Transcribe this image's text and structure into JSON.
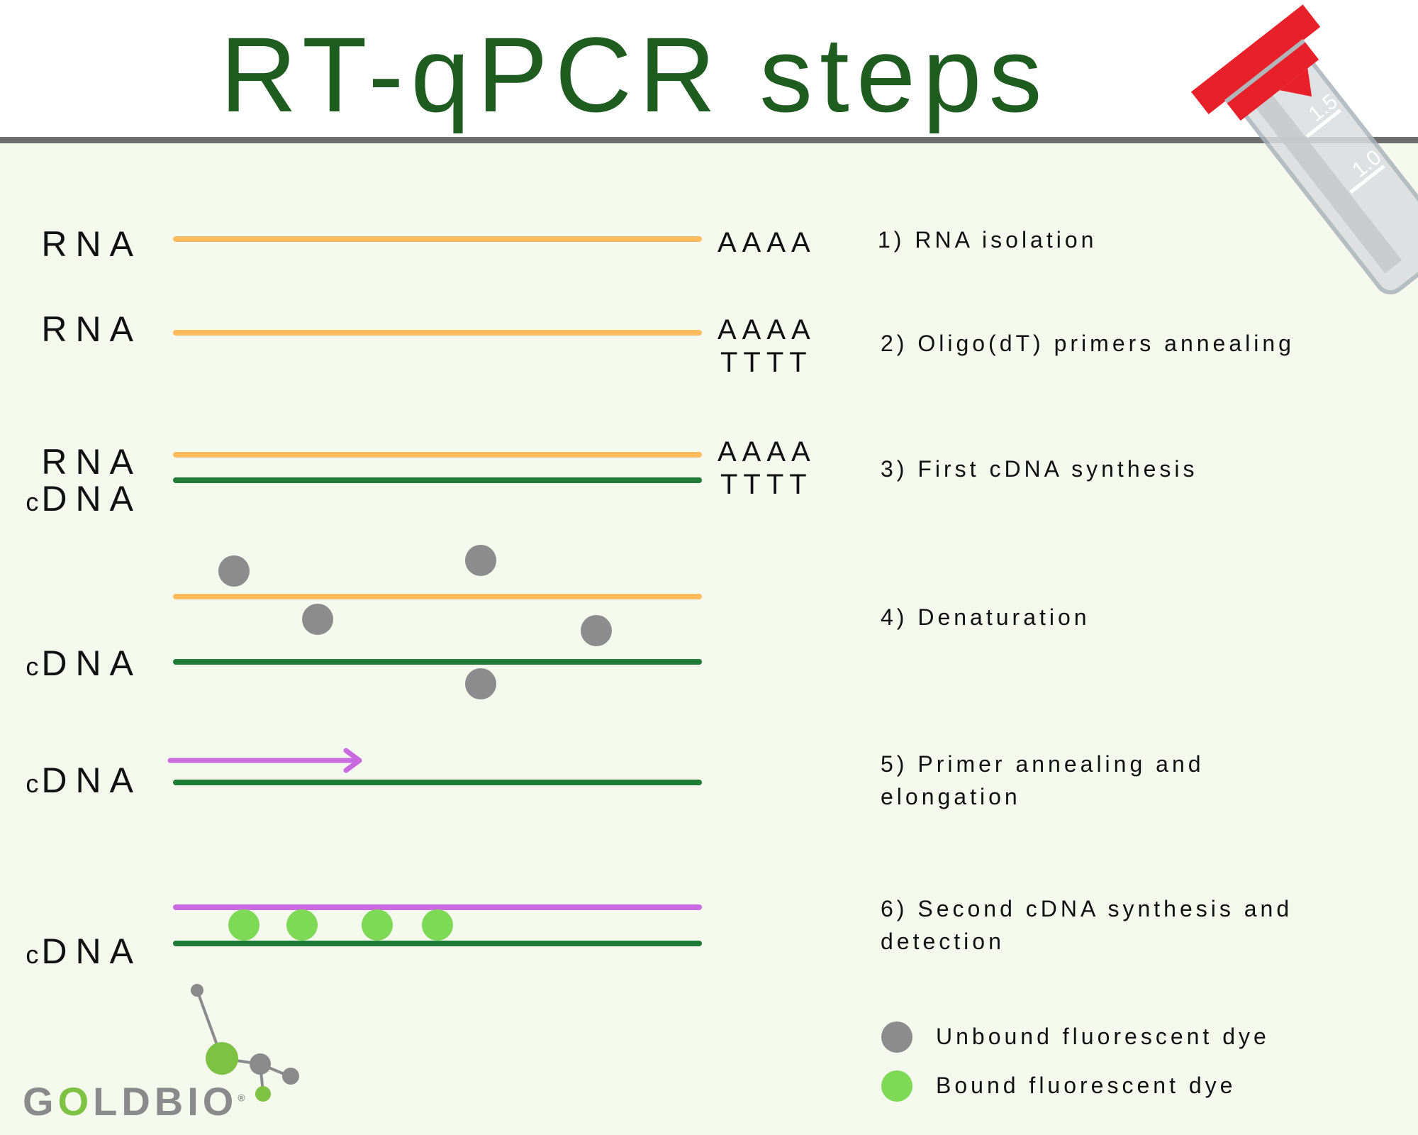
{
  "title": "RT-qPCR steps",
  "colors": {
    "rna": "#ffbb5c",
    "cdna": "#1e7c36",
    "primer": "#c96ae0",
    "unbound_dye": "#8c8c8c",
    "bound_dye": "#7ed957",
    "title": "#1f5c20",
    "tube_cap": "#e8202a"
  },
  "rows": {
    "row1": {
      "strand_label": "RNA",
      "tail_top": "AAAA"
    },
    "row2": {
      "strand_label": "RNA",
      "tail_top": "AAAA",
      "tail_bottom": "TTTT"
    },
    "row3": {
      "strand_label_top": "RNA",
      "strand_label_bottom_prefix": "c",
      "strand_label_bottom": "DNA",
      "tail_top": "AAAA",
      "tail_bottom": "TTTT"
    },
    "row4": {
      "strand_label_prefix": "c",
      "strand_label": "DNA"
    },
    "row5": {
      "strand_label_prefix": "c",
      "strand_label": "DNA"
    },
    "row6": {
      "strand_label_prefix": "c",
      "strand_label": "DNA"
    }
  },
  "steps": [
    {
      "line1": "1) RNA isolation"
    },
    {
      "line1": "2) Oligo(dT)  primers annealing"
    },
    {
      "line1": "3) First cDNA synthesis"
    },
    {
      "line1": "4) Denaturation"
    },
    {
      "line1": "5) Primer annealing and",
      "line2": "elongation"
    },
    {
      "line1": "6) Second cDNA synthesis and",
      "line2": "detection"
    }
  ],
  "legend": {
    "unbound": "Unbound fluorescent dye",
    "bound": "Bound fluorescent dye"
  },
  "logo": {
    "part1": "G",
    "part2": "O",
    "part3": "LDBIO",
    "mark": "®"
  },
  "tube": {
    "marks": [
      "1.5",
      "1.0"
    ]
  }
}
